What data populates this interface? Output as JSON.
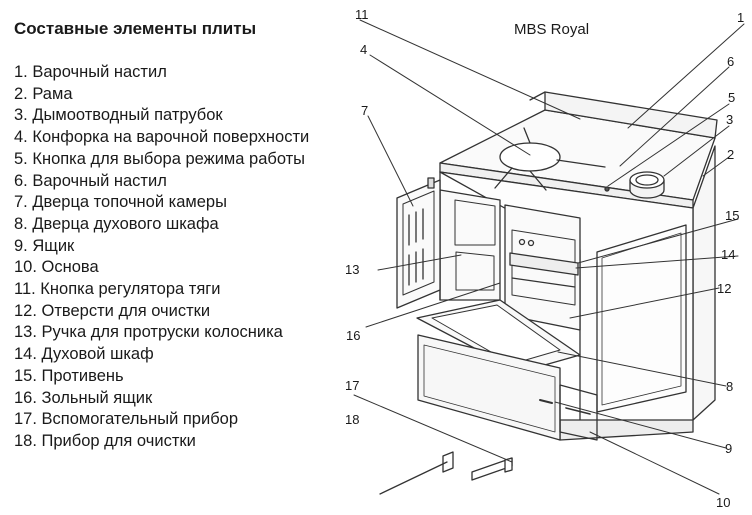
{
  "title": "Составные элементы плиты",
  "model": "MBS Royal",
  "parts": [
    "1. Варочный настил",
    "2. Рама",
    "3. Дымоотводный патрубок",
    "4. Конфорка на варочной поверхности",
    "5. Кнопка для выбора режима работы",
    "6. Варочный настил",
    "7. Дверца топочной камеры",
    "8. Дверца духового шкафа",
    "9. Ящик",
    "10. Основа",
    "11. Кнопка регулятора тяги",
    "12. Отверсти для очистки",
    "13. Ручка для протруски колосника",
    "14. Духовой шкаф",
    "15. Противень",
    "16. Зольный ящик",
    "17. Вспомогательный прибор",
    "18. Прибор для очистки"
  ],
  "callouts": [
    "1",
    "2",
    "3",
    "4",
    "5",
    "6",
    "7",
    "8",
    "9",
    "10",
    "11",
    "12",
    "13",
    "14",
    "15",
    "16",
    "17",
    "18"
  ]
}
